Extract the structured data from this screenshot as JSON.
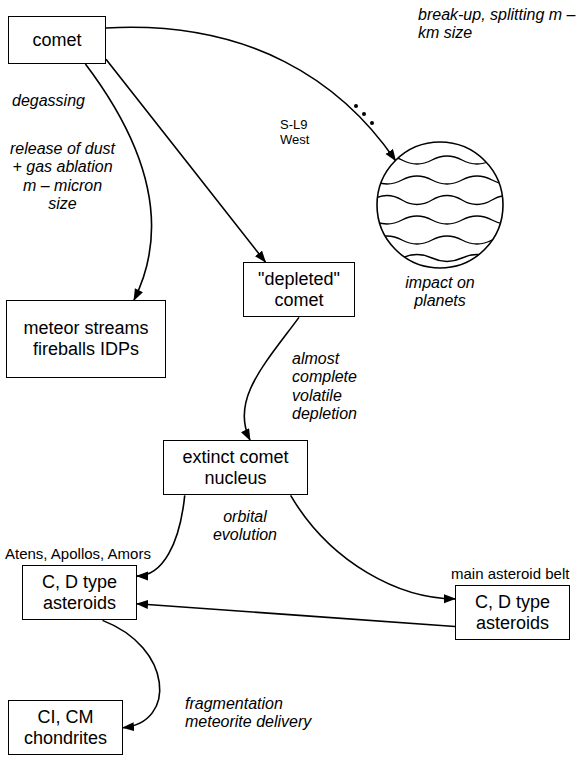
{
  "diagram": {
    "nodes": [
      {
        "text": [
          "comet"
        ]
      },
      {
        "text": [
          "impact on planets"
        ]
      },
      {
        "text": [
          "meteor streams fireballs IDPs"
        ]
      },
      {
        "text": [
          "\"depleted\" comet"
        ]
      },
      {
        "text": [
          "extinct comet nucleus"
        ]
      },
      {
        "text": [
          "Atens, Apollos, Amors",
          "C, D type asteroids"
        ]
      },
      {
        "text": [
          "main asteroid belt",
          "C, D type asteroids"
        ]
      },
      {
        "text": [
          "CI, CM chondrites"
        ]
      }
    ],
    "edges": [
      {
        "from": 0,
        "to": 2,
        "arrow": "to",
        "label": "degassing"
      },
      {
        "from": 0,
        "to": 3,
        "arrow": "to"
      },
      {
        "from": 0,
        "to": 1,
        "arrow": "to",
        "label": "break-up, splitting m – km size"
      },
      {
        "from": 3,
        "to": 4,
        "arrow": "to",
        "label": "almost complete volatile depletion"
      },
      {
        "from": 4,
        "to": 5,
        "arrow": "to"
      },
      {
        "from": 4,
        "to": 6,
        "arrow": "to"
      },
      {
        "from": 6,
        "to": 5,
        "arrow": "to"
      },
      {
        "from": 5,
        "to": 7,
        "arrow": "to",
        "label": "fragmentation meteorite delivery"
      }
    ],
    "labels": [
      "release of dust + gas ablation m – micron size",
      "S-L9 West",
      "orbital evolution"
    ]
  }
}
